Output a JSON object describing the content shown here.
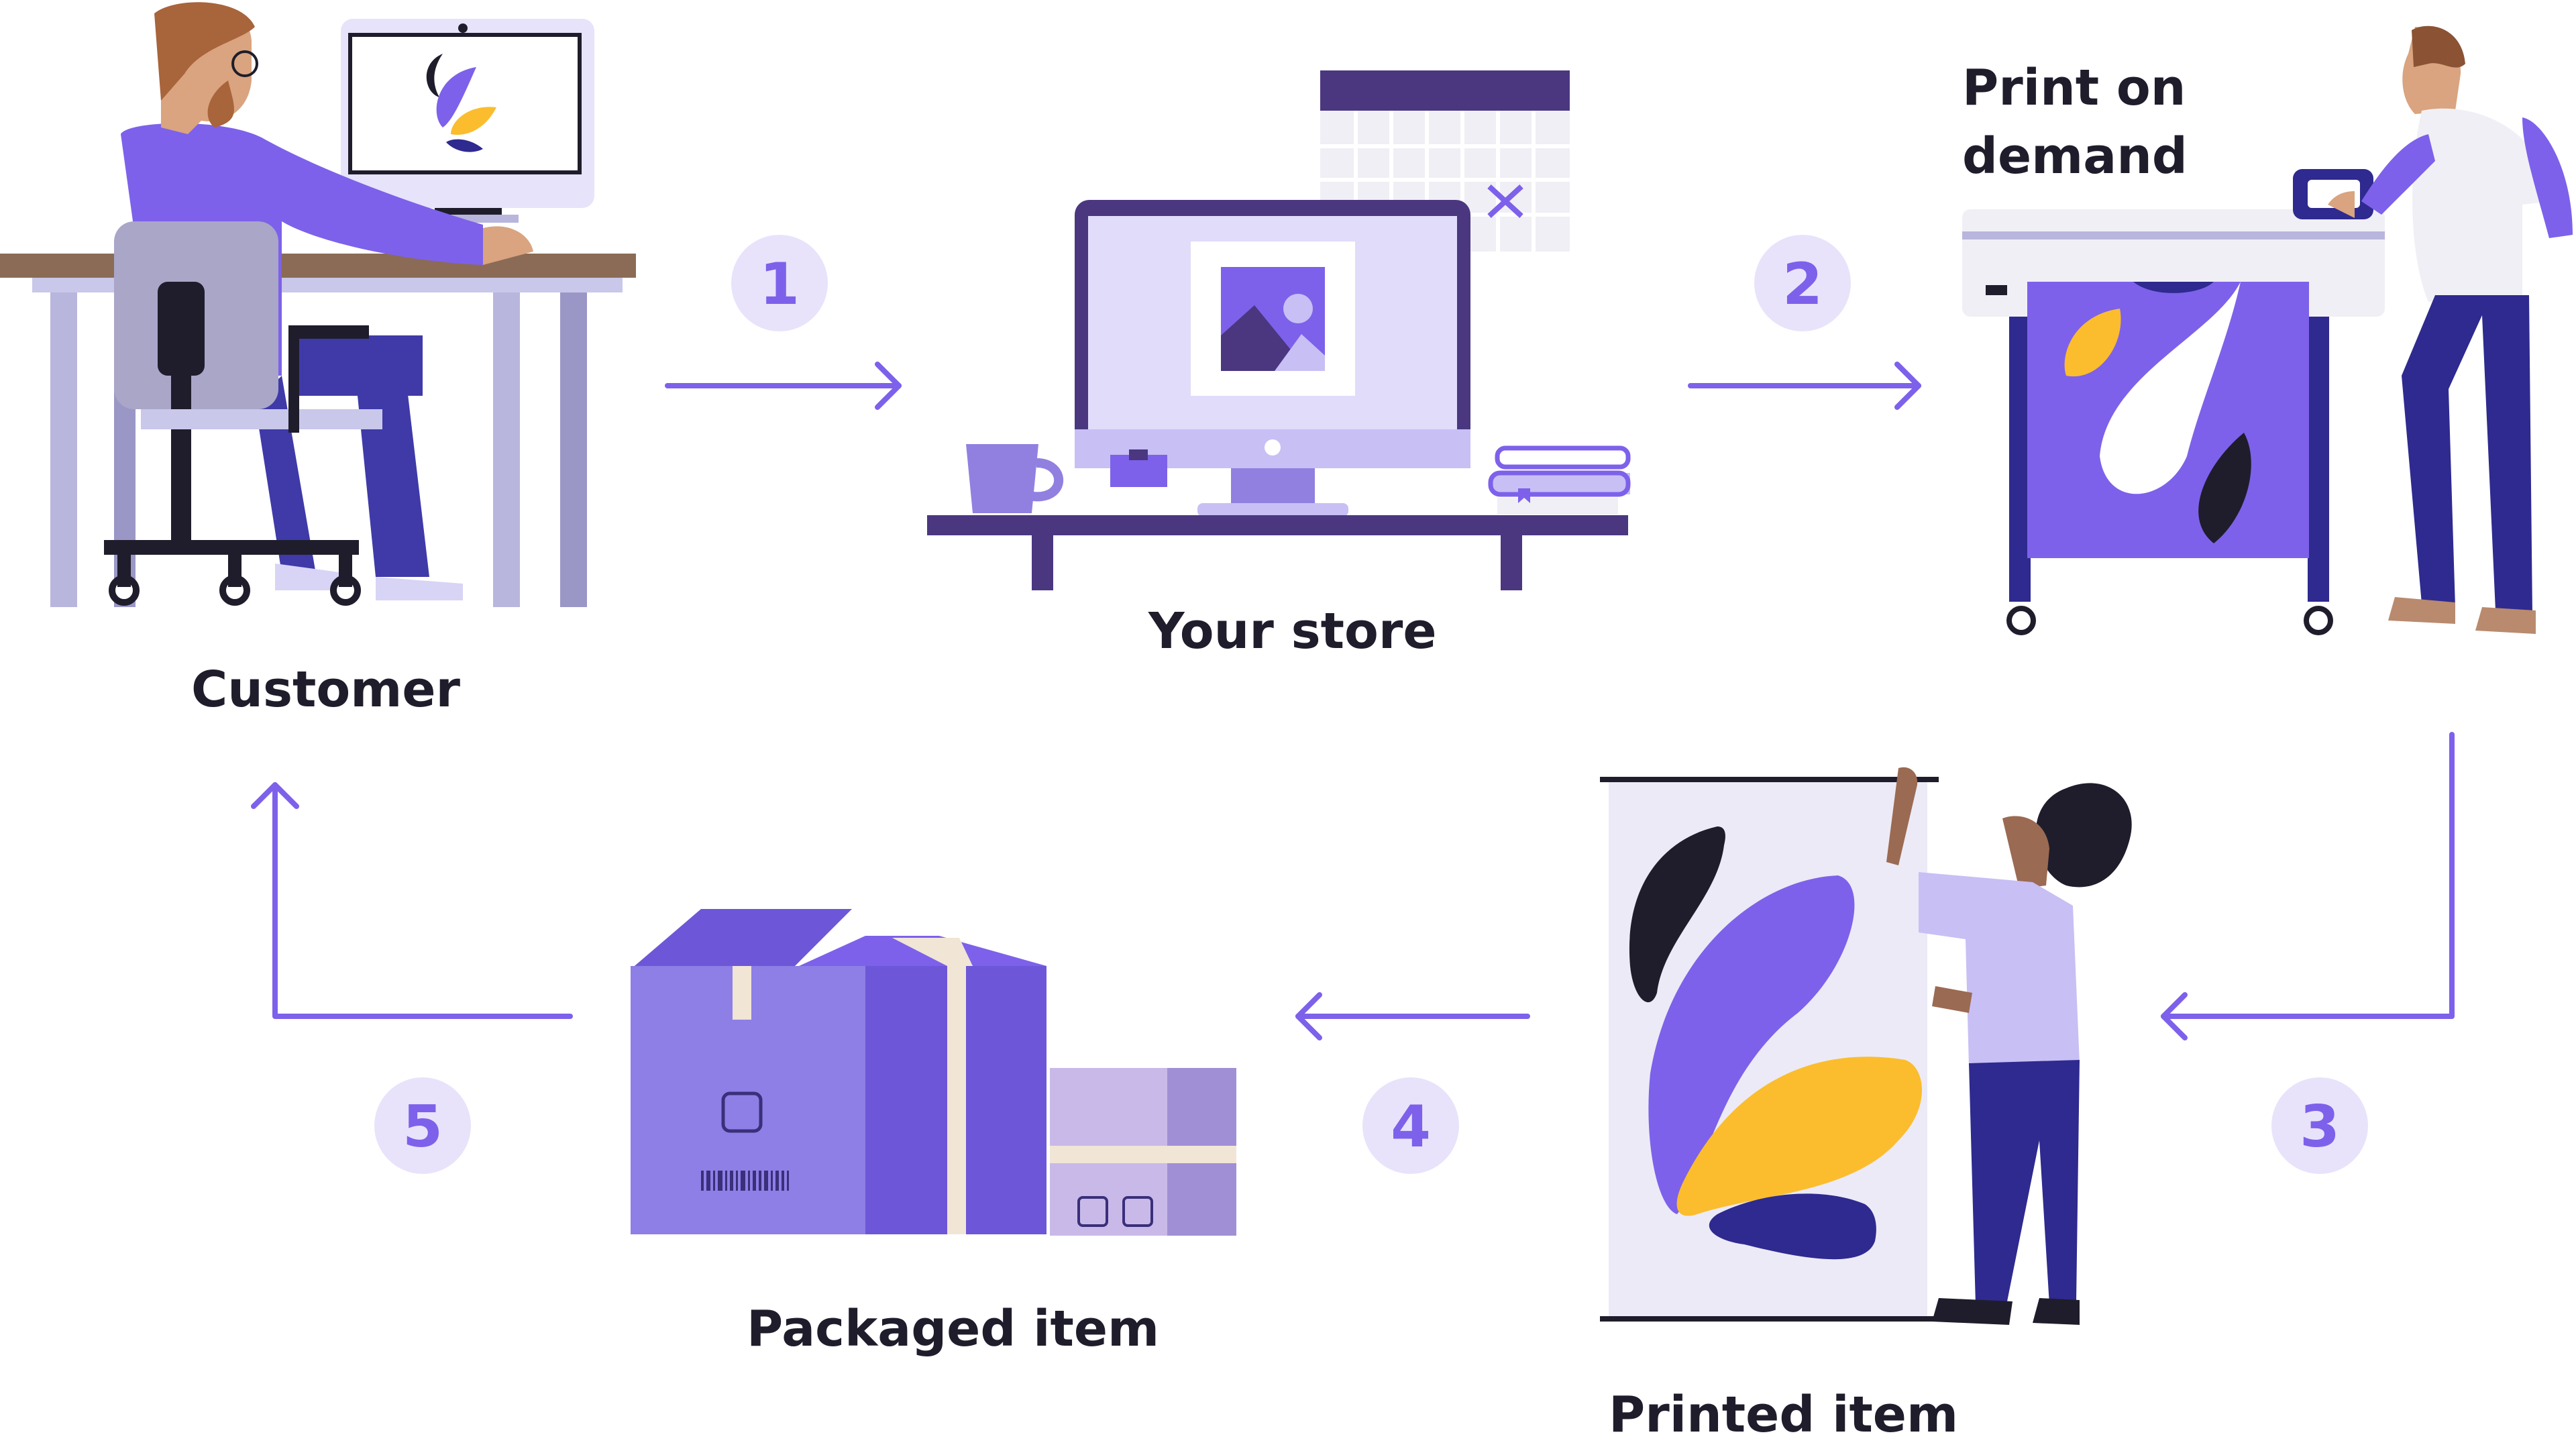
{
  "labels": {
    "customer": "Customer",
    "store": "Your store",
    "print_line1": "Print on",
    "print_line2": "demand",
    "packaged": "Packaged item",
    "printed": "Printed item"
  },
  "steps": [
    "1",
    "2",
    "3",
    "4",
    "5"
  ],
  "colors": {
    "accent": "#7d61ea",
    "accent_light": "#e8e3fb",
    "dark_purple": "#4a3780",
    "navy": "#2e2a8f",
    "yellow": "#fbbd2d",
    "text": "#1f1d2b"
  }
}
